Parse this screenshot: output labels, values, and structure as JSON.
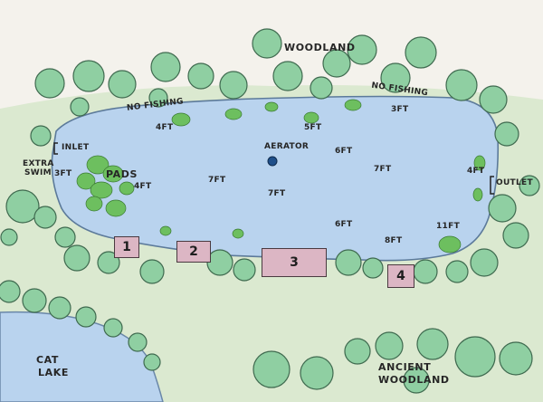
{
  "labels": {
    "woodland": "WOODLAND",
    "no_fishing_left": "NO FISHING",
    "no_fishing_right": "NO FISHING",
    "aerator": "AERATOR",
    "inlet": "INLET",
    "extra_swim_1": "EXTRA",
    "extra_swim_2": "SWIM",
    "pads": "PADS",
    "outlet": "OUTLET",
    "cat_lake_1": "CAT",
    "cat_lake_2": "LAKE",
    "ancient_woodland_1": "ANCIENT",
    "ancient_woodland_2": "WOODLAND"
  },
  "depths": [
    "4FT",
    "5FT",
    "3FT",
    "6FT",
    "7FT",
    "4FT",
    "3FT",
    "4FT",
    "7FT",
    "7FT",
    "6FT",
    "8FT",
    "11FT"
  ],
  "swims": [
    "1",
    "2",
    "3",
    "4"
  ],
  "colors": {
    "water": "#b9d3ee",
    "grass": "#c6e2b9",
    "tree": "#8fcfa2",
    "tree_outline": "#3f6a4f",
    "peg_fill": "#dcb6c4",
    "aerator": "#1f4f8a"
  }
}
